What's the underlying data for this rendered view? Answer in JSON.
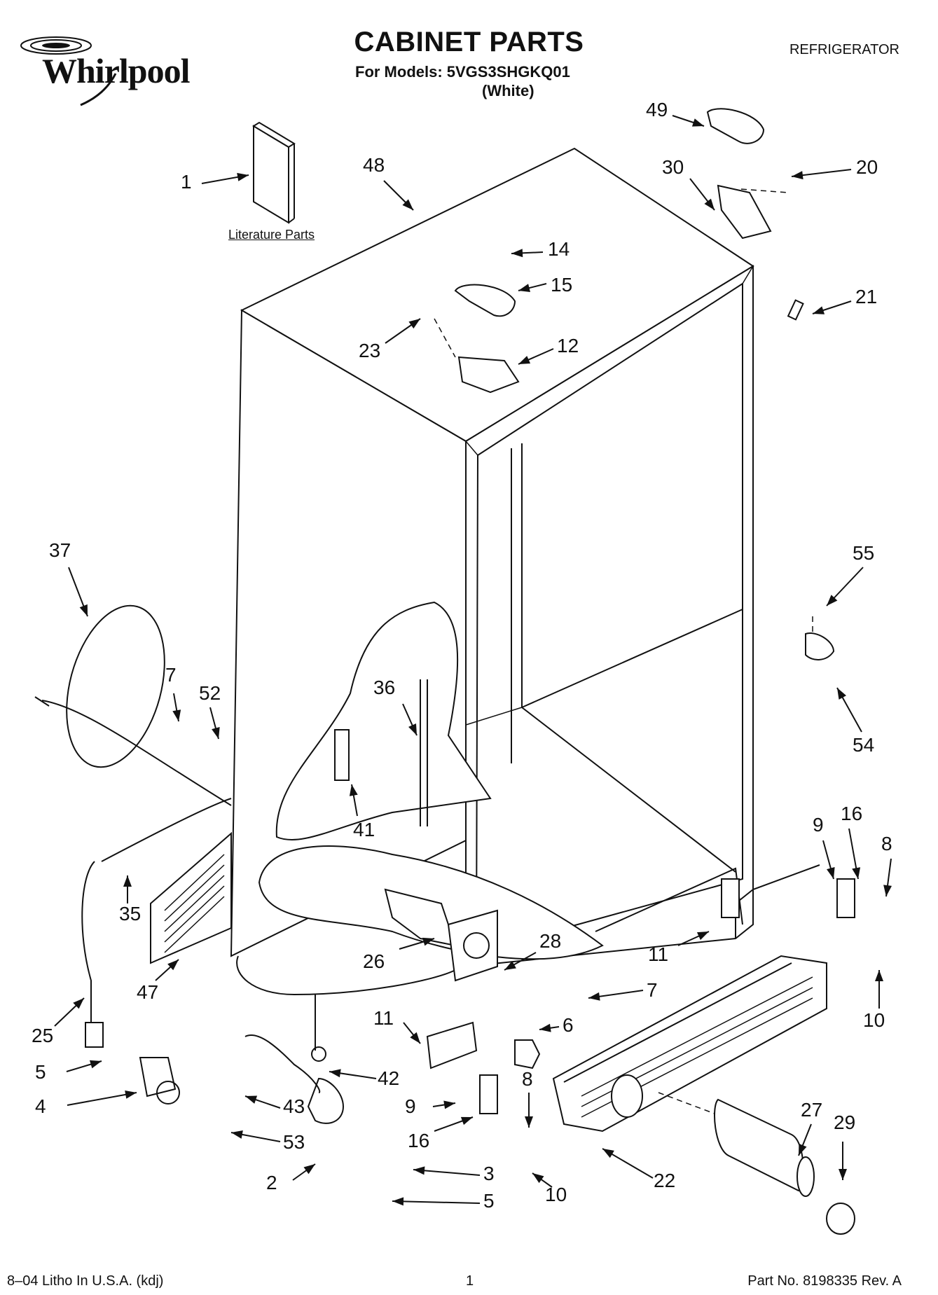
{
  "brand": "Whirlpool",
  "title": "CABINET PARTS",
  "models_line": "For Models: 5VGS3SHGKQ01",
  "color_line": "(White)",
  "category": "REFRIGERATOR",
  "literature_label": "Literature Parts",
  "callouts": [
    "1",
    "48",
    "49",
    "30",
    "20",
    "14",
    "15",
    "23",
    "12",
    "21",
    "37",
    "7",
    "52",
    "36",
    "41",
    "55",
    "54",
    "35",
    "47",
    "25",
    "26",
    "28",
    "7",
    "9",
    "16",
    "8",
    "11",
    "10",
    "11",
    "6",
    "5",
    "4",
    "42",
    "43",
    "9",
    "8",
    "16",
    "53",
    "2",
    "3",
    "5",
    "10",
    "22",
    "27",
    "29"
  ],
  "footer": {
    "left": "8–04 Litho In U.S.A. (kdj)",
    "center": "1",
    "right": "Part No. 8198335 Rev. A"
  }
}
